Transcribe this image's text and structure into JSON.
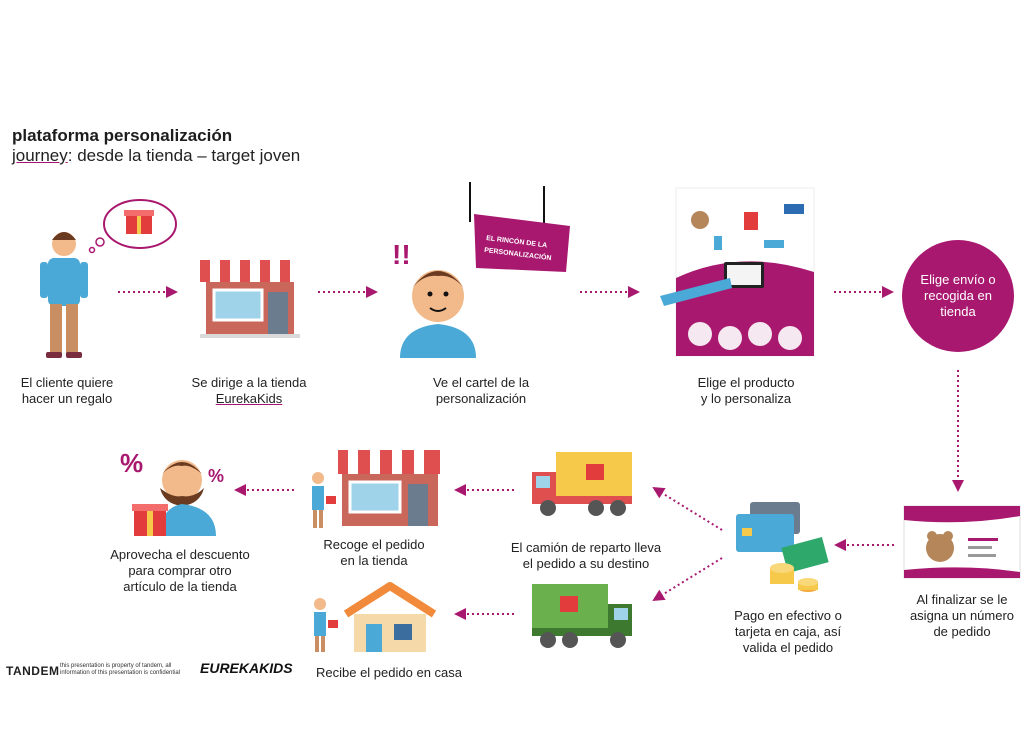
{
  "header": {
    "title": "plataforma personalización",
    "subtitle_prefix": "journey",
    "subtitle_rest": ": desde la tienda – target joven"
  },
  "steps": [
    {
      "line1": "El cliente quiere",
      "line2": "hacer un regalo"
    },
    {
      "line1": "Se dirige a la tienda",
      "line2": "EurekaKids"
    },
    {
      "line1": "Ve el cartel de la",
      "line2": "personalización"
    },
    {
      "line1": "Elige el producto",
      "line2": "y lo personaliza"
    },
    {
      "line1": "Elige envío o",
      "line2": "recogida en",
      "line3": "tienda"
    },
    {
      "line1": "Al finalizar se le",
      "line2": "asigna un número",
      "line3": "de pedido"
    },
    {
      "line1": "Pago en efectivo o",
      "line2": "tarjeta en caja, así",
      "line3": "valida el pedido"
    },
    {
      "line1": "El camión de reparto lleva",
      "line2": "el pedido a su destino"
    },
    {
      "line1": "Recoge el pedido",
      "line2": "en la tienda"
    },
    {
      "line1": "Aprovecha el descuento",
      "line2": "para comprar otro",
      "line3": "artículo de la tienda"
    },
    {
      "line1": "Recibe el pedido en casa"
    }
  ],
  "sign": {
    "line1": "EL RINCÓN DE LA",
    "line2": "PERSONALIZACIÓN"
  },
  "discount_symbol": "%",
  "footer": {
    "brand": "TANDEM",
    "note": "this presentation is property of tandem, all information of this presentation is confidential",
    "logo": "EUREKAKIDS"
  },
  "colors": {
    "accent": "#a8186f",
    "shirt": "#4aa9d6",
    "awning": "#d9534f",
    "truck_yellow": "#f7c94b",
    "truck_green": "#6ab04c"
  }
}
